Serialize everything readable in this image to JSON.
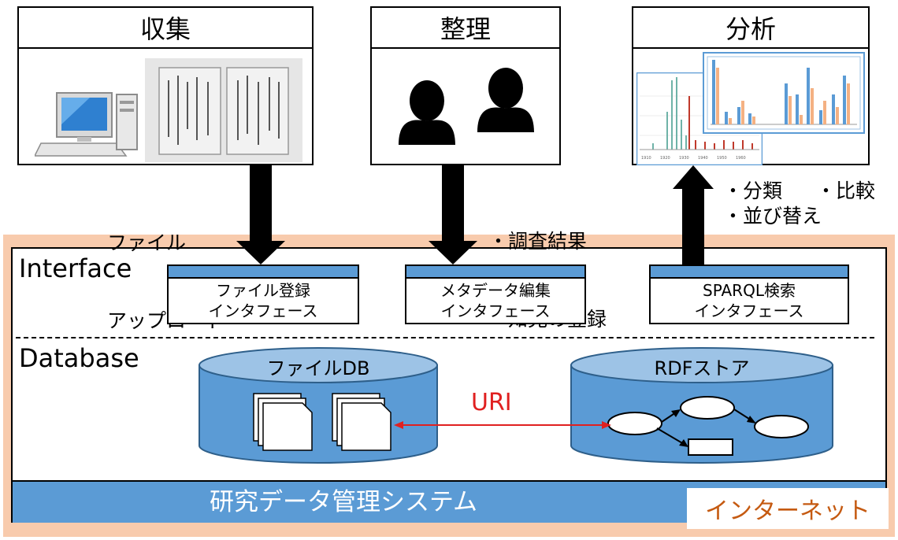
{
  "top_boxes": {
    "collect": {
      "title": "収集"
    },
    "organize": {
      "title": "整理"
    },
    "analyze": {
      "title": "分析"
    }
  },
  "annotations": {
    "upload_line1": "ファイル",
    "upload_line2": "アップロード",
    "organize_line1": "・調査結果",
    "organize_line2": "・知見の登録",
    "analyze_classify": "・分類",
    "analyze_compare": "・比較",
    "analyze_sort": "・並び替え"
  },
  "sections": {
    "interface_label": "Interface",
    "database_label": "Database"
  },
  "interfaces": [
    {
      "line1": "ファイル登録",
      "line2": "インタフェース"
    },
    {
      "line1": "メタデータ編集",
      "line2": "インタフェース"
    },
    {
      "line1": "SPARQL検索",
      "line2": "インタフェース"
    }
  ],
  "databases": {
    "file_db": "ファイルDB",
    "rdf_store": "RDFストア",
    "link_label": "URI"
  },
  "footer": {
    "system_name": "研究データ管理システム",
    "internet_label": "インターネット"
  },
  "colors": {
    "outer_band": "#f8cbad",
    "blue": "#5b9bd5",
    "uri_red": "#e02020",
    "internet_text": "#c55a11"
  }
}
